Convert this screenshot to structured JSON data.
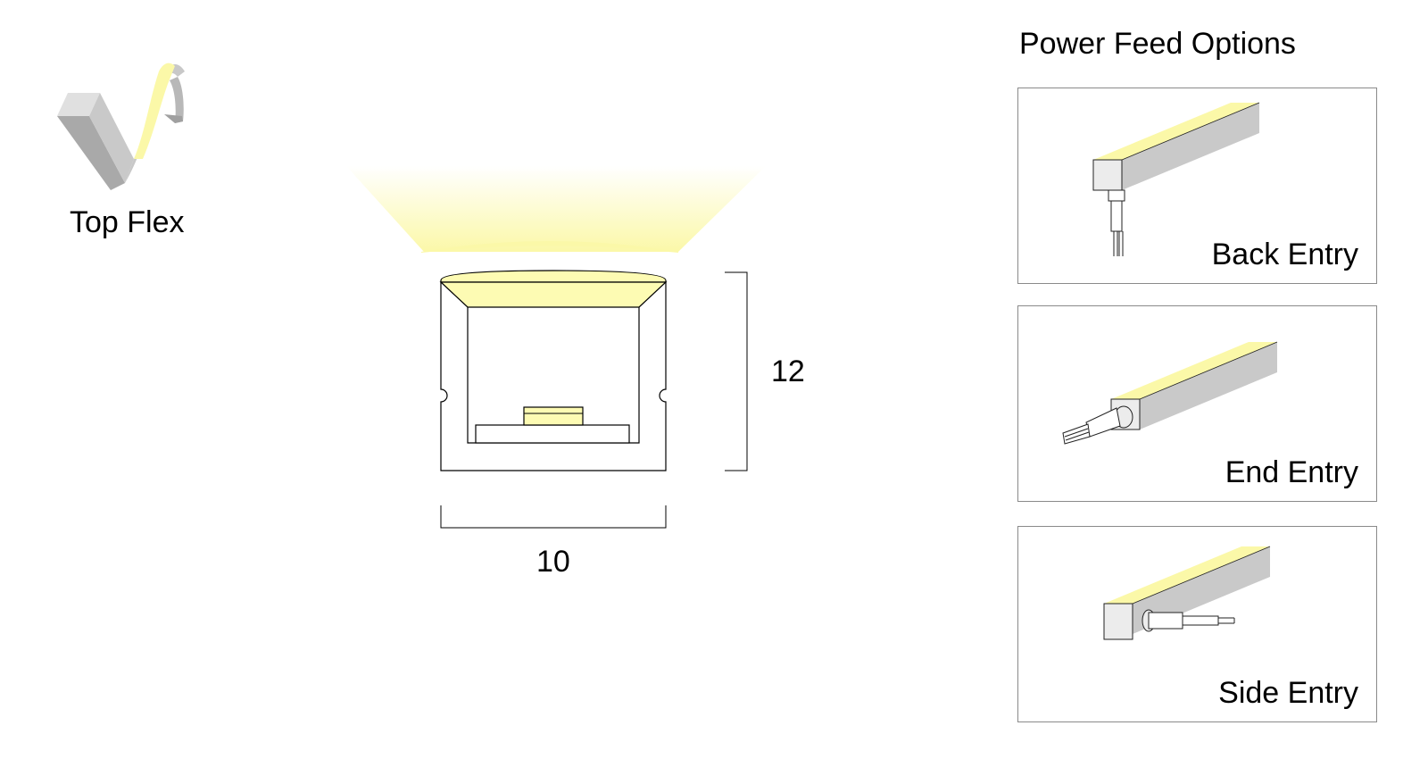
{
  "profile": {
    "name": "Top Flex"
  },
  "cross_section": {
    "height": "12",
    "width": "10"
  },
  "power_feed": {
    "title": "Power Feed Options",
    "options": [
      {
        "label": "Back Entry"
      },
      {
        "label": "End Entry"
      },
      {
        "label": "Side Entry"
      }
    ]
  },
  "colors": {
    "light": "#fbf8a8",
    "led_glow": "#fdfbb3",
    "housing_light": "#ececec",
    "housing_mid": "#c9c9c9",
    "housing_dark": "#a8a8a8",
    "line": "#000000",
    "frame": "#8a8a8a"
  }
}
